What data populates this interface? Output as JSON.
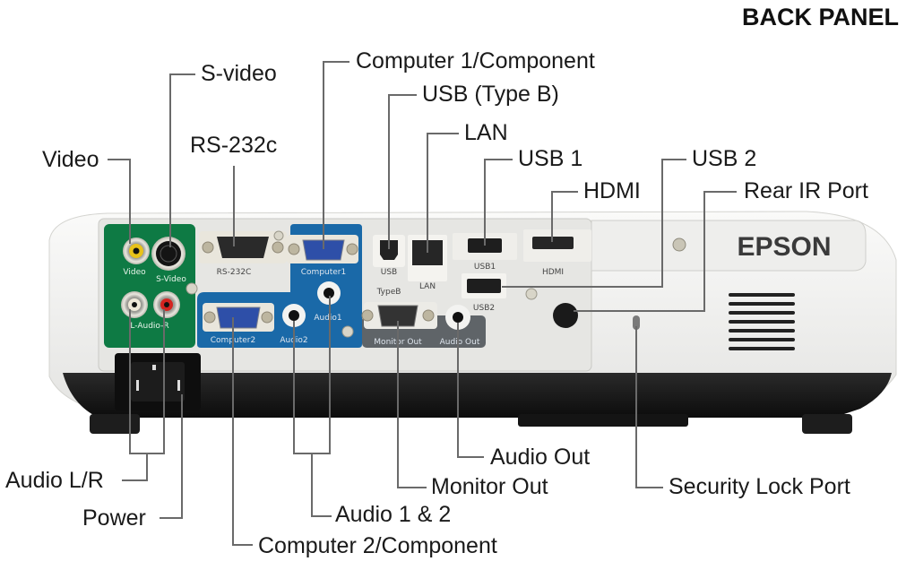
{
  "title": "BACK PANEL",
  "brand": "EPSON",
  "callouts": {
    "video": "Video",
    "s_video": "S-video",
    "rs232c": "RS-232c",
    "computer1": "Computer 1/Component",
    "usb_type_b": "USB (Type B)",
    "lan": "LAN",
    "usb1": "USB 1",
    "usb2": "USB 2",
    "hdmi": "HDMI",
    "rear_ir": "Rear IR Port",
    "audio_lr": "Audio L/R",
    "power": "Power",
    "computer2": "Computer 2/Component",
    "audio12": "Audio 1 & 2",
    "monitor_out": "Monitor Out",
    "audio_out": "Audio Out",
    "security_lock": "Security Lock Port"
  },
  "panel_labels": {
    "video": "Video",
    "s_video": "S-Video",
    "audio_lr": "L-Audio-R",
    "rs232c": "RS-232C",
    "computer1": "Computer1",
    "computer2": "Computer2",
    "audio1": "Audio1",
    "audio2": "Audio2",
    "usb": "USB",
    "usb_type": "TypeB",
    "lan": "LAN",
    "usb1": "USB1",
    "hdmi": "HDMI",
    "usb2": "USB2",
    "monitor_out": "Monitor Out",
    "audio_out": "Audio Out"
  },
  "colors": {
    "green_panel": "#0e7a44",
    "blue_panel": "#1a69a8",
    "gray_panel": "#5f6468",
    "body": "#f1f1ef",
    "base": "#151515",
    "leader": "#6a6a6a"
  }
}
